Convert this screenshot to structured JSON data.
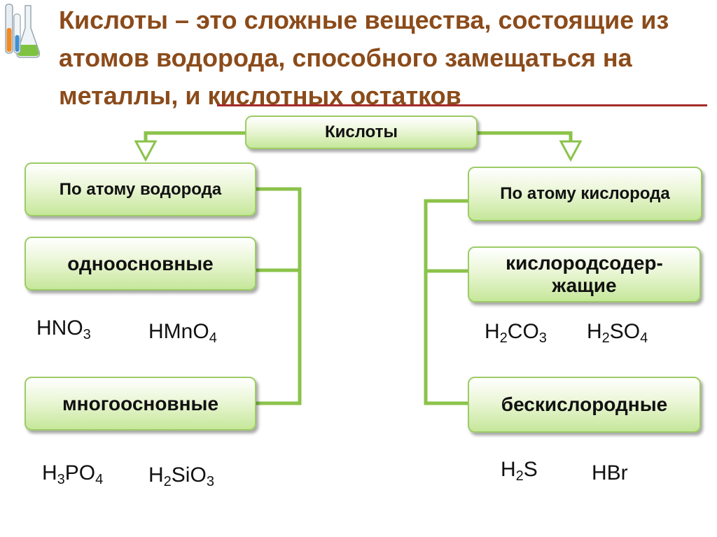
{
  "title": "Кислоты – это сложные вещества, состоящие из атомов водорода, способного замещаться на металлы, и кислотных остатков",
  "root": "Кислоты",
  "left": {
    "header": "По атому водорода",
    "cat1": "одноосновные",
    "cat2": "многоосновные",
    "formulas1": [
      {
        "parts": [
          {
            "t": "HNO"
          },
          {
            "s": "3"
          }
        ]
      },
      {
        "parts": [
          {
            "t": "HMnO"
          },
          {
            "s": "4"
          }
        ]
      }
    ],
    "formulas2": [
      {
        "parts": [
          {
            "t": "H"
          },
          {
            "s": "3"
          },
          {
            "t": "PO"
          },
          {
            "s": "4"
          }
        ]
      },
      {
        "parts": [
          {
            "t": "H"
          },
          {
            "s": "2"
          },
          {
            "t": "SiO"
          },
          {
            "s": "3"
          }
        ]
      }
    ]
  },
  "right": {
    "header": "По атому кислорода",
    "cat1_line1": "кислородсодер-",
    "cat1_line2": "жащие",
    "cat2": "бескислородные",
    "formulas1": [
      {
        "parts": [
          {
            "t": "H"
          },
          {
            "s": "2"
          },
          {
            "t": "CO"
          },
          {
            "s": "3"
          }
        ]
      },
      {
        "parts": [
          {
            "t": "H"
          },
          {
            "s": "2"
          },
          {
            "t": "SO"
          },
          {
            "s": "4"
          }
        ]
      }
    ],
    "formulas2": [
      {
        "parts": [
          {
            "t": "H"
          },
          {
            "s": "2"
          },
          {
            "t": "S"
          }
        ]
      },
      {
        "parts": [
          {
            "t": "HBr"
          }
        ]
      }
    ]
  },
  "colors": {
    "title": "#8b4b1a",
    "box_border": "#9ccc65",
    "connector": "#8bc34a",
    "underline": "#a52a2a"
  }
}
